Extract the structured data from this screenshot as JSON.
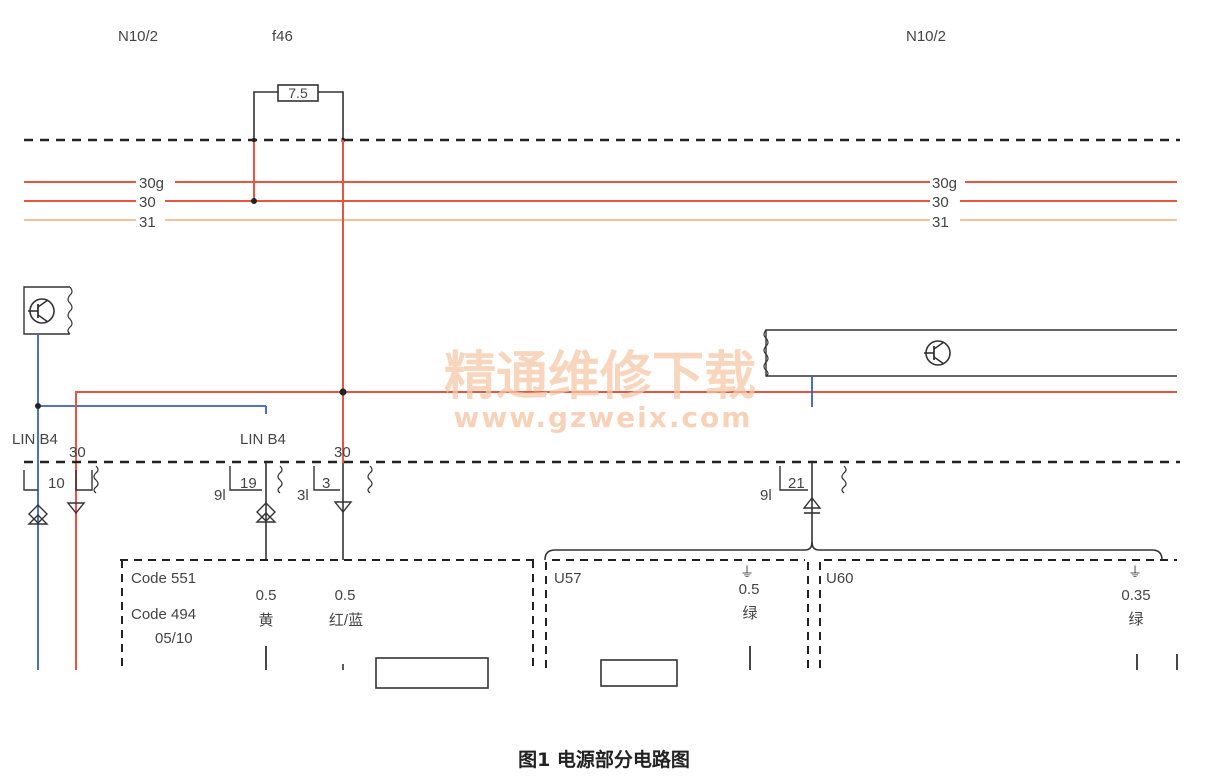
{
  "modules": {
    "left": "N10/2",
    "fuse": "f46",
    "right": "N10/2"
  },
  "fuse_rating": "7.5",
  "bus": {
    "line_30g": "30g",
    "line_30": "30",
    "line_31": "31",
    "colors": {
      "30g": "#e8553f",
      "30": "#e8553f",
      "31": "#f3c39c"
    }
  },
  "pins": {
    "lin_left_label": "LIN B4",
    "left_30_label": "30",
    "pin_10": "10",
    "lin_mid_label": "LIN B4",
    "pin_19": "19",
    "pin_19_conn": "9l",
    "mid_30_label": "30",
    "pin_3": "3",
    "pin_3_conn": "3l",
    "pin_21": "21",
    "pin_21_conn": "9l"
  },
  "code_box": {
    "code1": "Code 551",
    "code2": "Code 494",
    "code3": "05/10"
  },
  "wires": {
    "w1_size": "0.5",
    "w1_color": "黄",
    "w2_size": "0.5",
    "w2_color": "红/蓝",
    "u57_label": "U57",
    "w3_size": "0.5",
    "w3_color": "绿",
    "u60_label": "U60",
    "w4_size": "0.35",
    "w4_color": "绿"
  },
  "watermark": {
    "cn": "精通维修下载",
    "url": "www.gzweix.com"
  },
  "caption": "图1 电源部分电路图"
}
